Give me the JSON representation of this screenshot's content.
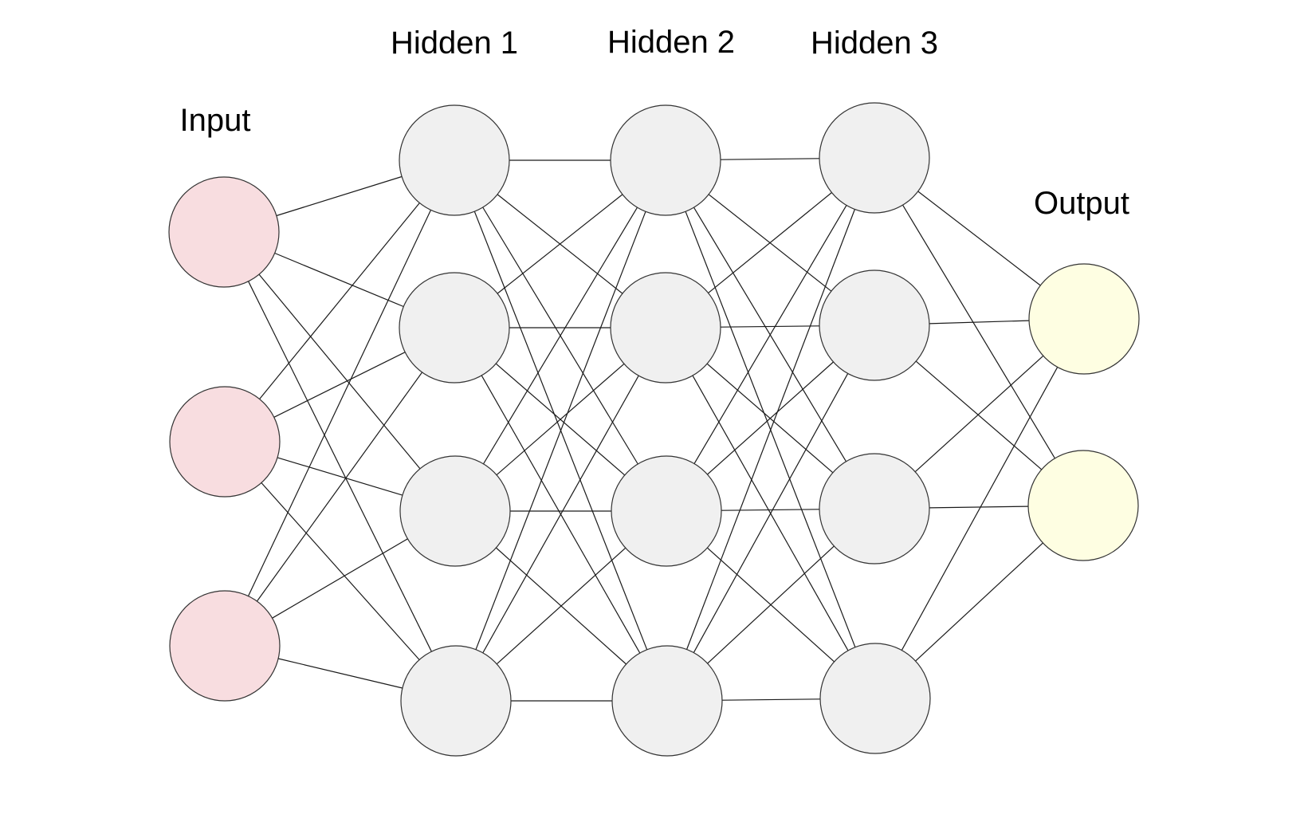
{
  "diagram": {
    "layers": [
      {
        "id": "input",
        "label": "Input",
        "node_count": 3,
        "fill": "#f8dde0"
      },
      {
        "id": "hidden1",
        "label": "Hidden 1",
        "node_count": 4,
        "fill": "#f0f0f0"
      },
      {
        "id": "hidden2",
        "label": "Hidden 2",
        "node_count": 4,
        "fill": "#f0f0f0"
      },
      {
        "id": "hidden3",
        "label": "Hidden 3",
        "node_count": 4,
        "fill": "#f0f0f0"
      },
      {
        "id": "output",
        "label": "Output",
        "node_count": 2,
        "fill": "#fefee2"
      }
    ],
    "connectivity": "fully-connected",
    "edge_color": "#1a1a1a",
    "node_stroke": "#333333"
  }
}
